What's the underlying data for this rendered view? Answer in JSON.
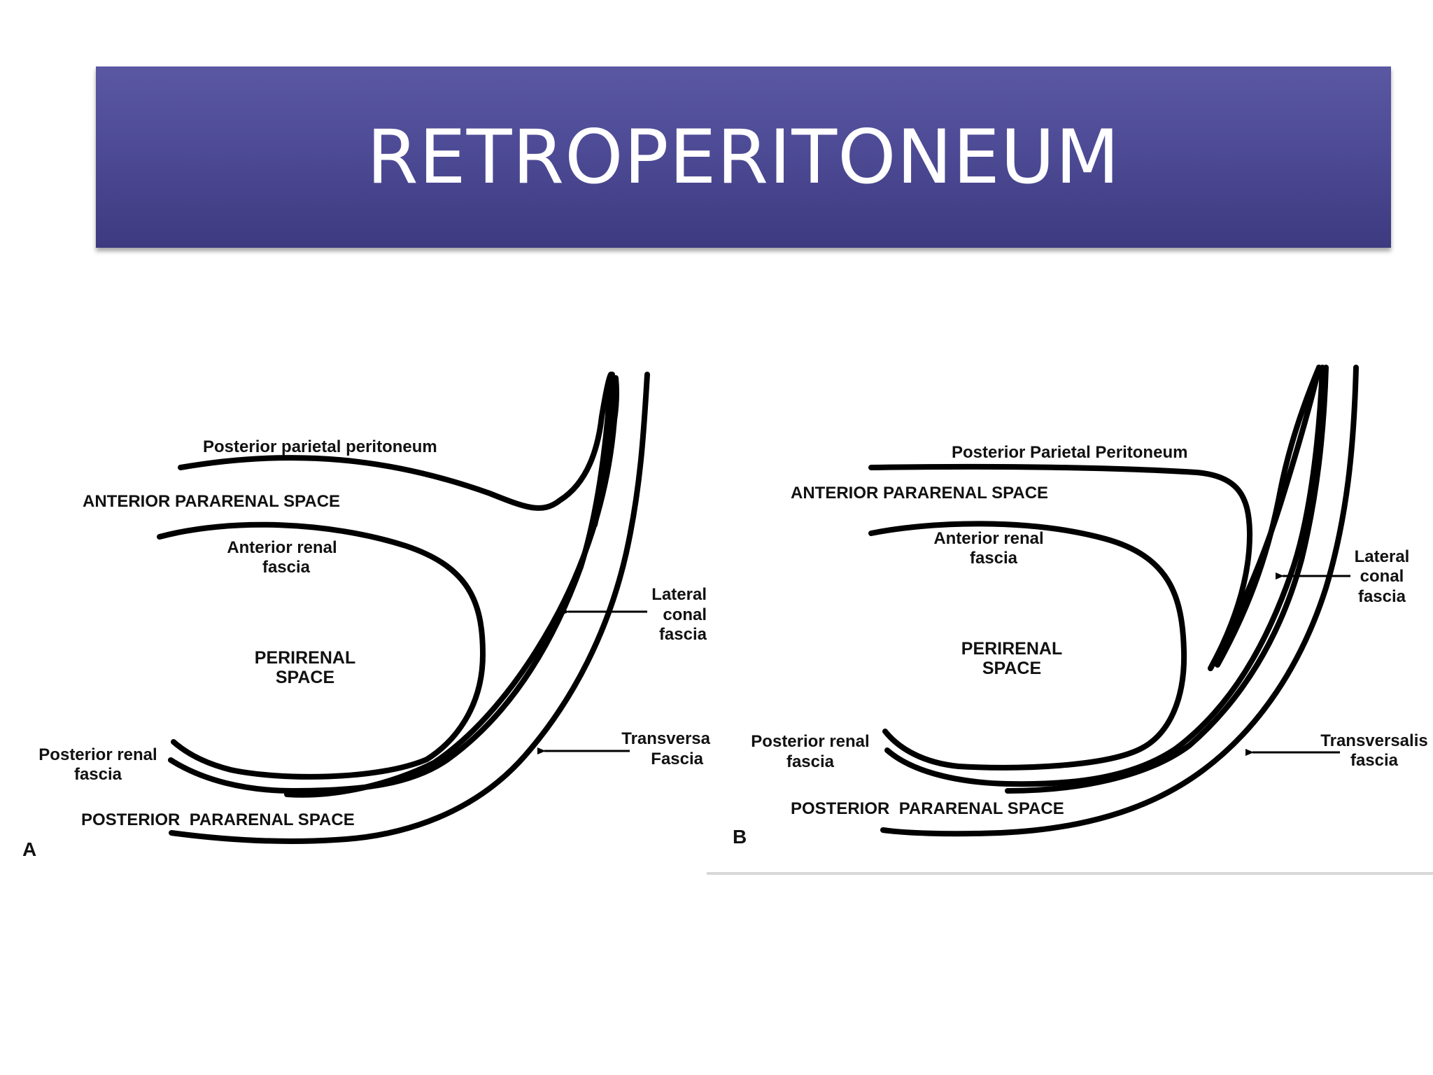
{
  "title": "RETROPERITONEUM",
  "panel_a": {
    "letter": "A",
    "posterior_parietal_peritoneum": "Posterior parietal peritoneum",
    "anterior_pararenal_space": "ANTERIOR PARARENAL SPACE",
    "anterior_renal_fascia": [
      "Anterior renal",
      "fascia"
    ],
    "perirenal_space": [
      "PERIRENAL",
      "SPACE"
    ],
    "lateral_conal_fascia": [
      "Lateral",
      "conal",
      "fascia"
    ],
    "posterior_renal_fascia": [
      "Posterior renal",
      "fascia"
    ],
    "transversalis_fascia": [
      "Transversa",
      "Fascia"
    ],
    "posterior_pararenal_space": "POSTERIOR  PARARENAL SPACE"
  },
  "panel_b": {
    "letter": "B",
    "posterior_parietal_peritoneum": "Posterior Parietal Peritoneum",
    "anterior_pararenal_space": "ANTERIOR PARARENAL SPACE",
    "anterior_renal_fascia": [
      "Anterior renal",
      "fascia"
    ],
    "perirenal_space": [
      "PERIRENAL",
      "SPACE"
    ],
    "lateral_conal_fascia": [
      "Lateral",
      "conal",
      "fascia"
    ],
    "posterior_renal_fascia": [
      "Posterior renal",
      "fascia"
    ],
    "transversalis_fascia": [
      "Transversalis",
      "fascia"
    ],
    "posterior_pararenal_space": "POSTERIOR  PARARENAL SPACE"
  }
}
